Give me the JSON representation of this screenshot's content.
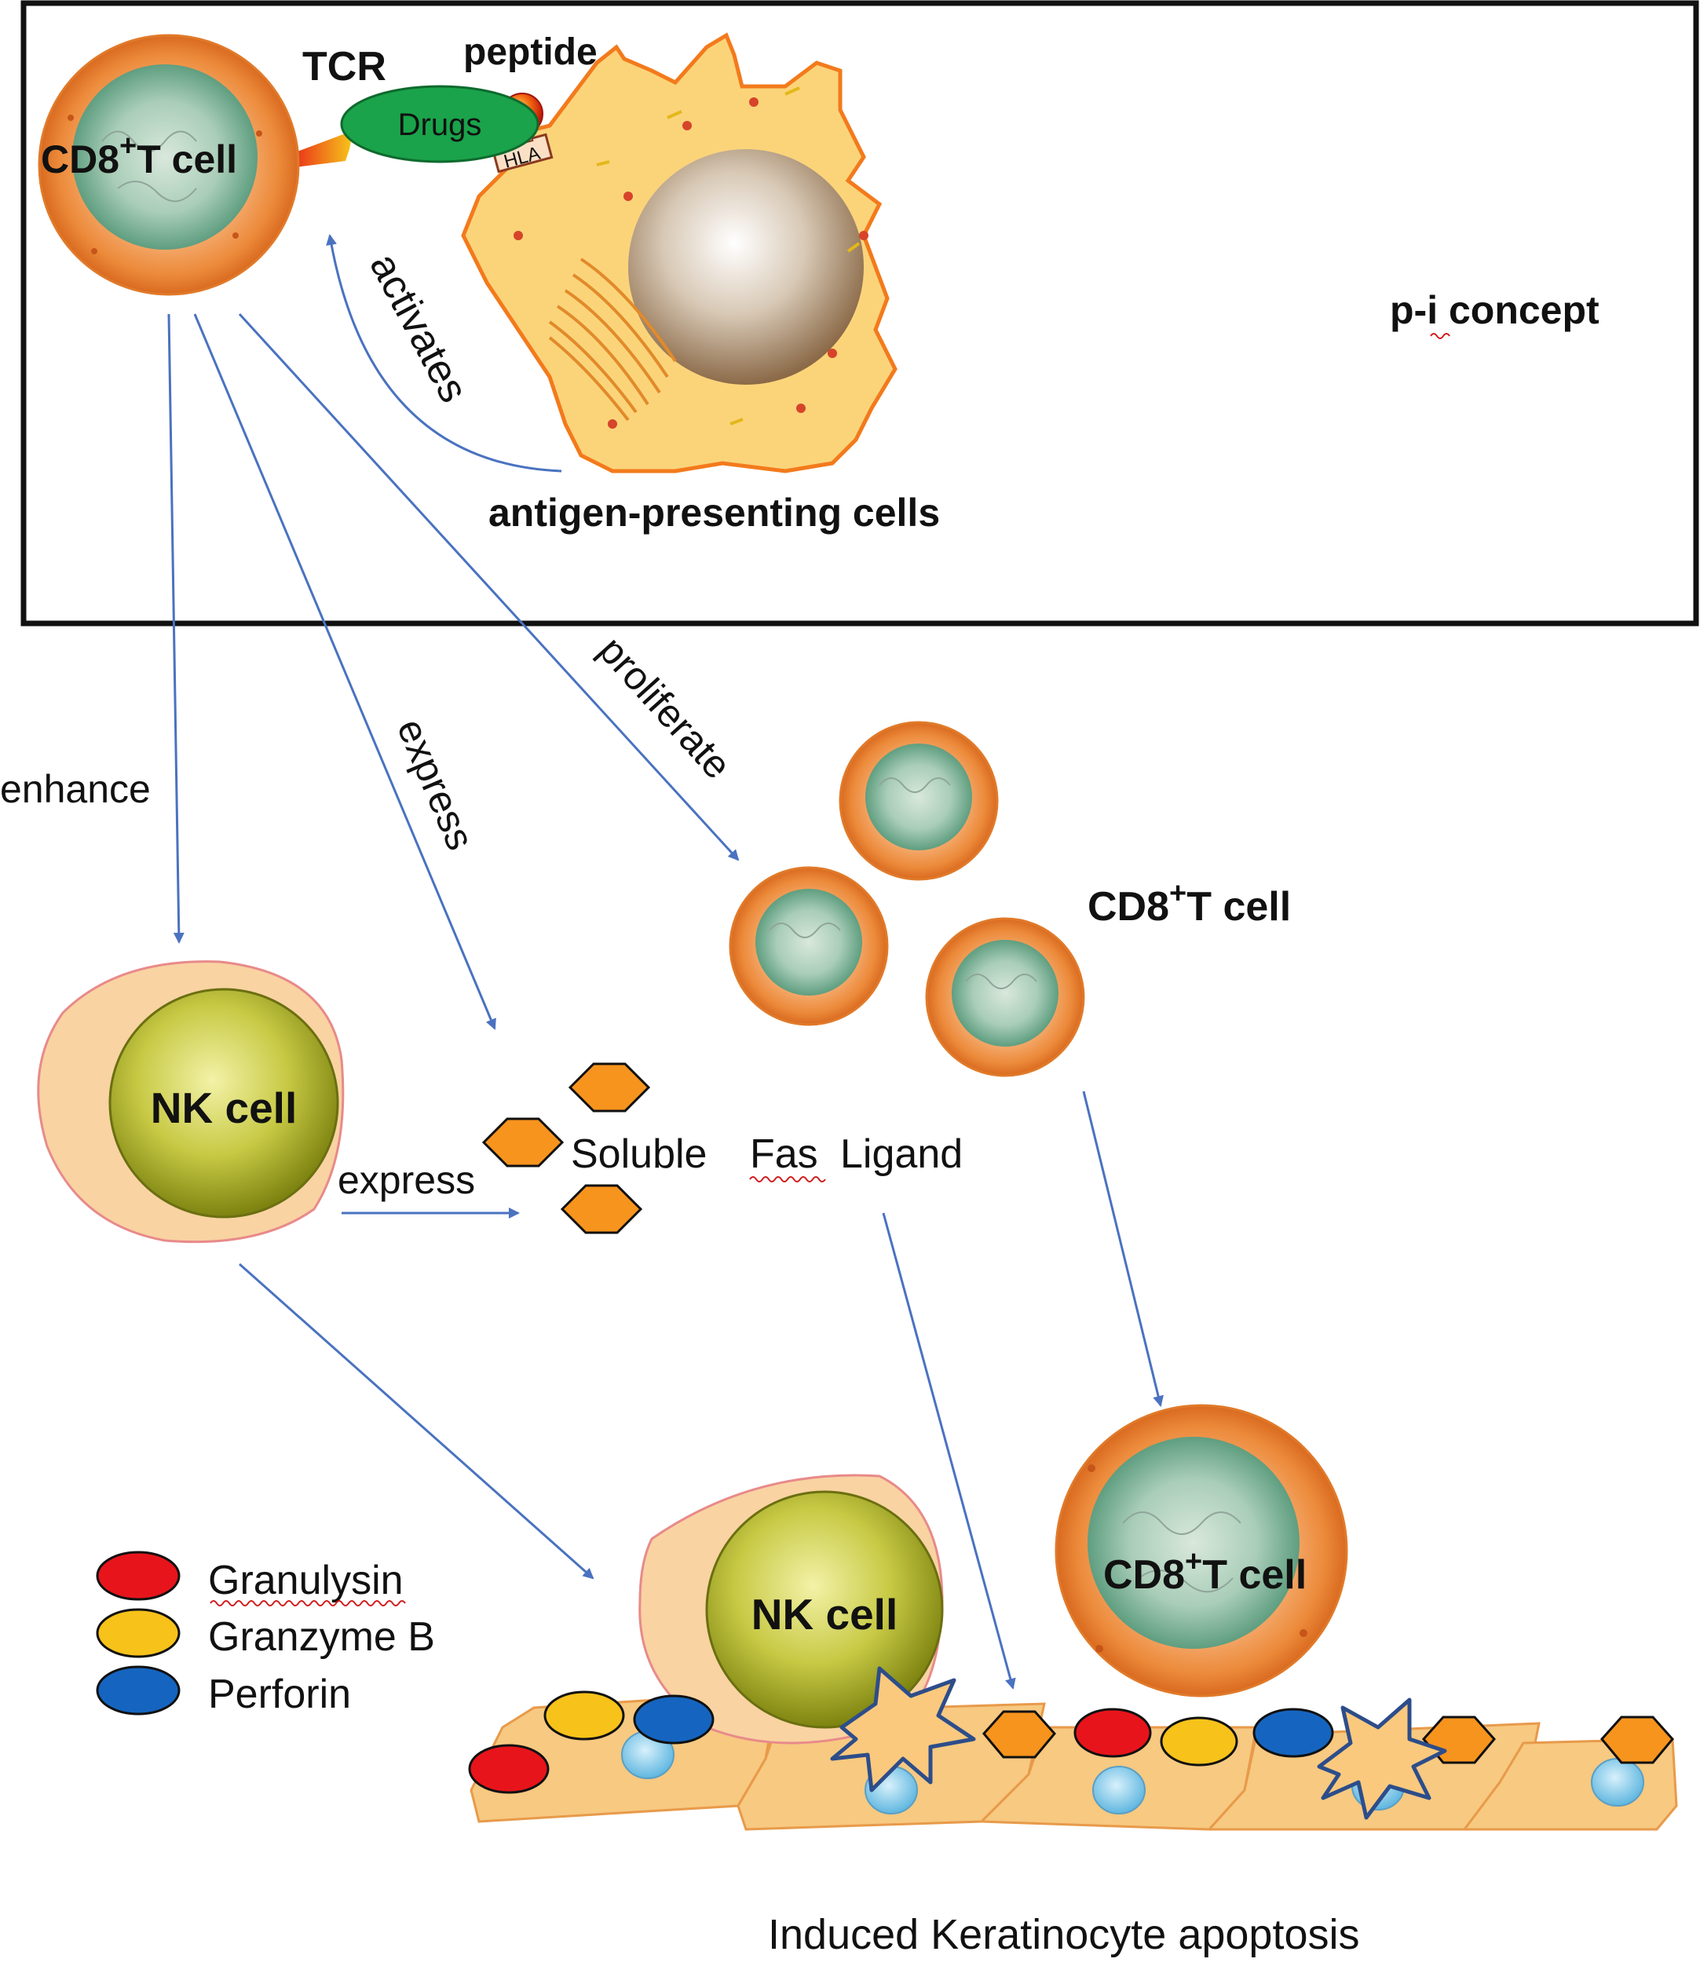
{
  "top_panel": {
    "title": "p-i concept",
    "tcr_label": "TCR",
    "peptide_label": "peptide",
    "drugs_label": "Drugs",
    "hla_label": "HLA",
    "cd8_label": "CD8",
    "cd8_sup": "+",
    "cd8_suffix": "T cell",
    "activates_label": "activates",
    "apc_label": "antigen-presenting cells"
  },
  "pathways": {
    "enhance_label": "enhance",
    "express_label": "express",
    "proliferate_label": "proliferate",
    "nk_express_label": "express"
  },
  "middle": {
    "nk_label": "NK cell",
    "soluble_label": "Soluble",
    "fas_label": "Fas",
    "ligand_label": "Ligand",
    "cd8_cluster": {
      "prefix": "CD8",
      "sup": "+",
      "suffix": "T cell"
    }
  },
  "bottom": {
    "nk_label": "NK cell",
    "cd8": {
      "prefix": "CD8",
      "sup": "+",
      "suffix": "T cell"
    },
    "caption": "Induced Keratinocyte apoptosis"
  },
  "legend": {
    "items": [
      {
        "label": "Granulysin",
        "color": "#e8141b"
      },
      {
        "label": "Granzyme B",
        "color": "#f7c21a"
      },
      {
        "label": "Perforin",
        "color": "#1565c0"
      }
    ]
  },
  "colors": {
    "arrow": "#4a72c0",
    "tcell_outer": "#ec8a3a",
    "tcell_nucleus": "#6ba98a",
    "apc_fill": "#fbd47a",
    "apc_border": "#f37a1c",
    "nk_outer": "#f9d3a2",
    "nk_nucleus": "#9ea31e",
    "fasl_hexagon": "#f7941d",
    "keratinocyte": "#f7c981",
    "keratinocyte_nucleus": "#8fcfef",
    "drugs": "#1aa34a"
  }
}
